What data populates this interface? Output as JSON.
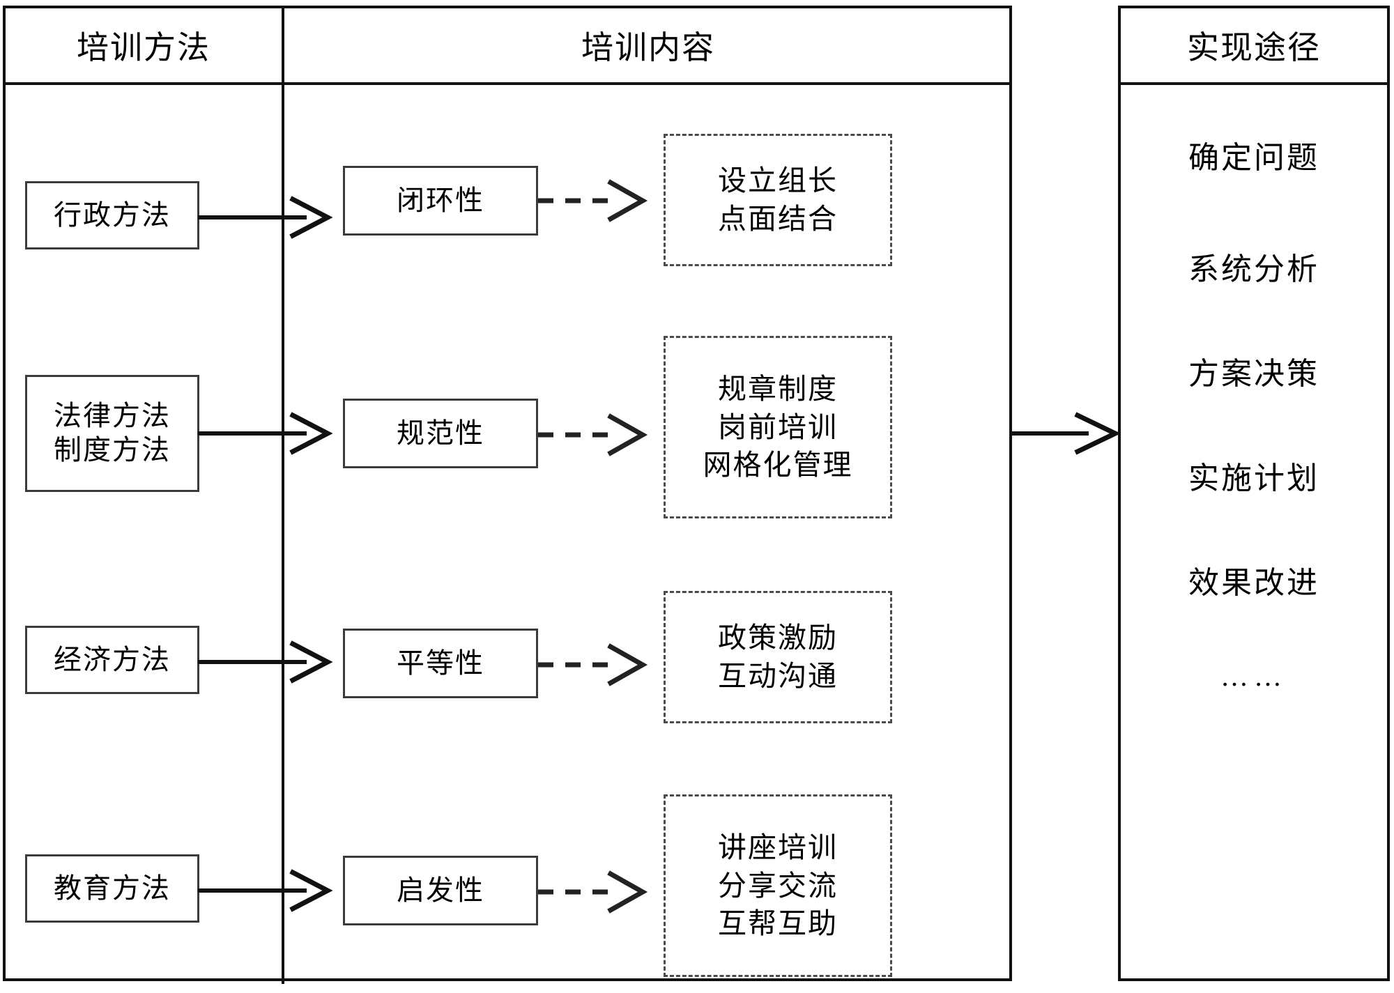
{
  "headers": {
    "method": "培训方法",
    "content": "培训内容",
    "path": "实现途径"
  },
  "methods": [
    {
      "lines": [
        "行政方法"
      ]
    },
    {
      "lines": [
        "法律方法",
        "制度方法"
      ]
    },
    {
      "lines": [
        "经济方法"
      ]
    },
    {
      "lines": [
        "教育方法"
      ]
    }
  ],
  "attributes": [
    {
      "label": "闭环性"
    },
    {
      "label": "规范性"
    },
    {
      "label": "平等性"
    },
    {
      "label": "启发性"
    }
  ],
  "details": [
    {
      "lines": [
        "设立组长",
        "点面结合"
      ]
    },
    {
      "lines": [
        "规章制度",
        "岗前培训",
        "网格化管理"
      ]
    },
    {
      "lines": [
        "政策激励",
        "互动沟通"
      ]
    },
    {
      "lines": [
        "讲座培训",
        "分享交流",
        "互帮互助"
      ]
    }
  ],
  "path_items": [
    "确定问题",
    "系统分析",
    "方案决策",
    "实施计划",
    "效果改进",
    "……"
  ],
  "colors": {
    "frame": "#111111",
    "box_border": "#3b3b3b",
    "dashed_border": "#4a4a4a",
    "arrow": "#111111",
    "background": "#ffffff",
    "text": "#000000"
  }
}
